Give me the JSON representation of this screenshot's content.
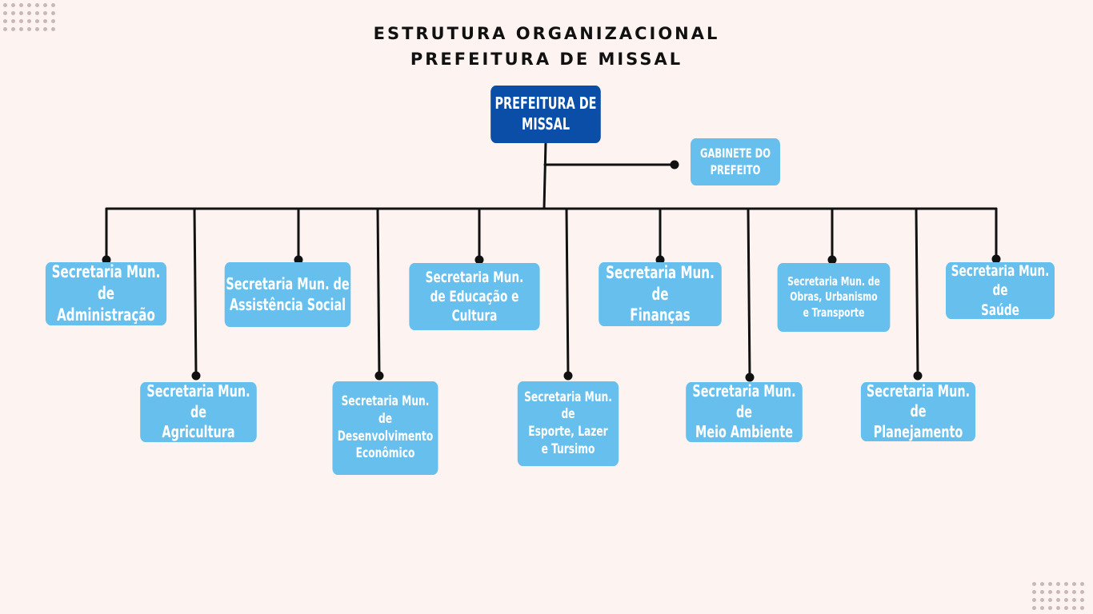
{
  "title": {
    "line1": "ESTRUTURA ORGANIZACIONAL",
    "line2": "PREFEITURA DE MISSAL"
  },
  "root": {
    "label": "PREFEITURA DE\nMISSAL"
  },
  "gabinete": {
    "label": "GABINETE DO\nPREFEITO"
  },
  "secretarias": [
    {
      "id": "administracao",
      "label": "Secretaria Mun. de\nAdministração"
    },
    {
      "id": "agricultura",
      "label": "Secretaria Mun. de\nAgricultura"
    },
    {
      "id": "assistencia-social",
      "label": "Secretaria Mun. de\nAssistência Social"
    },
    {
      "id": "desenvolvimento-economico",
      "label": "Secretaria Mun. de\nDesenvolvimento\nEconômico"
    },
    {
      "id": "educacao-cultura",
      "label": "Secretaria Mun.\nde Educação e Cultura"
    },
    {
      "id": "esporte-lazer-turismo",
      "label": "Secretaria Mun. de\nEsporte, Lazer\ne Tursimo"
    },
    {
      "id": "financas",
      "label": "Secretaria Mun. de\nFinanças"
    },
    {
      "id": "meio-ambiente",
      "label": "Secretaria Mun. de\nMeio Ambiente"
    },
    {
      "id": "obras-urbanismo-transporte",
      "label": "Secretaria Mun. de\nObras, Urbanismo\ne Transporte"
    },
    {
      "id": "planejamento",
      "label": "Secretaria Mun. de\nPlanejamento"
    },
    {
      "id": "saude",
      "label": "Secretaria Mun. de\nSaúde"
    }
  ],
  "colors": {
    "background": "#fdf3f1",
    "root_box": "#0b4ea8",
    "box": "#67bfed",
    "line": "#111111",
    "dots": "#c9b8b6"
  }
}
